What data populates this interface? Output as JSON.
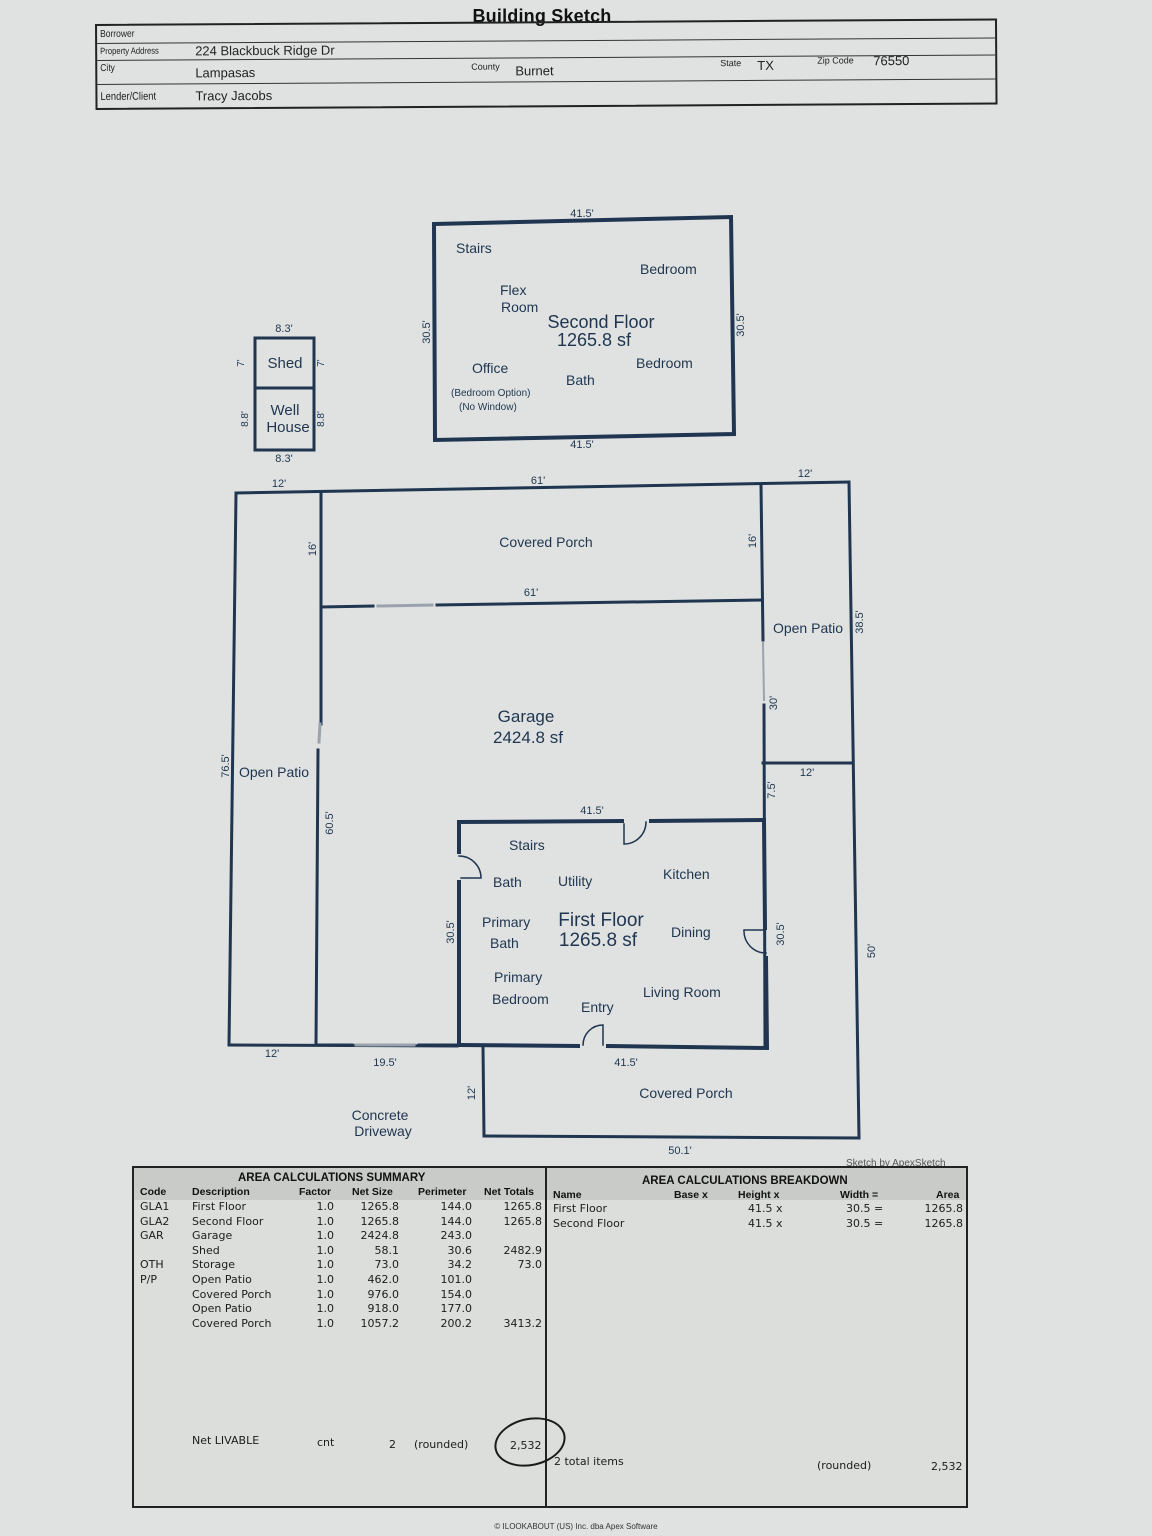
{
  "title": "Building Sketch",
  "header": {
    "borrower_label": "Borrower",
    "borrower": "",
    "address_label": "Property Address",
    "address": "224 Blackbuck Ridge Dr",
    "city_label": "City",
    "city": "Lampasas",
    "county_label": "County",
    "county": "Burnet",
    "state_label": "State",
    "state": "TX",
    "zip_label": "Zip Code",
    "zip": "76550",
    "lender_label": "Lender/Client",
    "lender": "Tracy Jacobs"
  },
  "sketch": {
    "second_floor": {
      "name": "Second Floor",
      "area": "1265.8 sf",
      "dims": {
        "top": "41.5'",
        "bottom": "41.5'",
        "left": "30.5'",
        "right": "30.5'"
      },
      "rooms": [
        "Stairs",
        "Bedroom",
        "Flex",
        "Room",
        "Office",
        "(Bedroom Option)",
        "(No Window)",
        "Bath",
        "Bedroom"
      ]
    },
    "shed": {
      "name": "Shed",
      "dims": {
        "top": "8.3'",
        "left": "7'",
        "right": "7'"
      }
    },
    "well_house": {
      "name_line1": "Well",
      "name_line2": "House",
      "dims": {
        "bottom": "8.3'",
        "left": "8.8'",
        "right": "8.8'"
      }
    },
    "covered_porch_top": {
      "name": "Covered Porch",
      "dims": {
        "top": "61'",
        "bottom": "61'",
        "left": "16'",
        "right": "16'"
      }
    },
    "open_patio_left": {
      "name": "Open Patio",
      "dims": {
        "top": "12'",
        "left": "76.5'",
        "bottom": "12'"
      }
    },
    "open_patio_right": {
      "name": "Open Patio",
      "dims": {
        "top": "12'",
        "right": "38.5'",
        "bottom": "12'"
      }
    },
    "garage": {
      "name": "Garage",
      "area": "2424.8 sf",
      "dims": {
        "left": "60.5'",
        "right": "30'",
        "right_lower": "7.5'",
        "bottom": "19.5'"
      }
    },
    "first_floor": {
      "name": "First Floor",
      "area": "1265.8 sf",
      "dims": {
        "top": "41.5'",
        "bottom": "41.5'",
        "left": "30.5'",
        "right": "30.5'"
      },
      "rooms": [
        "Stairs",
        "Bath",
        "Utility",
        "Kitchen",
        "Primary",
        "Bath",
        "Dining",
        "Primary",
        "Bedroom",
        "Entry",
        "Living Room"
      ]
    },
    "right_strip": {
      "dims": {
        "right": "50'"
      }
    },
    "covered_porch_bottom": {
      "name": "Covered Porch",
      "dims": {
        "left": "12'",
        "bottom": "50.1'"
      }
    },
    "driveway": {
      "line1": "Concrete",
      "line2": "Driveway"
    },
    "credit": "Sketch by ApexSketch"
  },
  "summary": {
    "title": "AREA CALCULATIONS SUMMARY",
    "columns": [
      "Code",
      "Description",
      "Factor",
      "Net Size",
      "Perimeter",
      "Net Totals"
    ],
    "rows": [
      {
        "code": "GLA1",
        "desc": "First Floor",
        "factor": "1.0",
        "net": "1265.8",
        "perim": "144.0",
        "total": "1265.8"
      },
      {
        "code": "GLA2",
        "desc": "Second Floor",
        "factor": "1.0",
        "net": "1265.8",
        "perim": "144.0",
        "total": "1265.8"
      },
      {
        "code": "GAR",
        "desc": "Garage",
        "factor": "1.0",
        "net": "2424.8",
        "perim": "243.0",
        "total": ""
      },
      {
        "code": "",
        "desc": "Shed",
        "factor": "1.0",
        "net": "58.1",
        "perim": "30.6",
        "total": "2482.9"
      },
      {
        "code": "OTH",
        "desc": "Storage",
        "factor": "1.0",
        "net": "73.0",
        "perim": "34.2",
        "total": "73.0"
      },
      {
        "code": "P/P",
        "desc": "Open Patio",
        "factor": "1.0",
        "net": "462.0",
        "perim": "101.0",
        "total": ""
      },
      {
        "code": "",
        "desc": "Covered Porch",
        "factor": "1.0",
        "net": "976.0",
        "perim": "154.0",
        "total": ""
      },
      {
        "code": "",
        "desc": "Open Patio",
        "factor": "1.0",
        "net": "918.0",
        "perim": "177.0",
        "total": ""
      },
      {
        "code": "",
        "desc": "Covered Porch",
        "factor": "1.0",
        "net": "1057.2",
        "perim": "200.2",
        "total": "3413.2"
      }
    ],
    "net_livable_label": "Net LIVABLE",
    "cnt_label": "cnt",
    "cnt": "2",
    "rounded_label": "(rounded)",
    "net_livable": "2,532"
  },
  "breakdown": {
    "title": "AREA CALCULATIONS BREAKDOWN",
    "columns": [
      "Name",
      "Base  x",
      "Height  x",
      "Width  =",
      "Area"
    ],
    "rows": [
      {
        "name": "First Floor",
        "height": "41.5  x",
        "width": "30.5  =",
        "area": "1265.8"
      },
      {
        "name": "Second Floor",
        "height": "41.5  x",
        "width": "30.5  =",
        "area": "1265.8"
      }
    ],
    "total_items": "2 total items",
    "rounded_label": "(rounded)",
    "total": "2,532"
  },
  "footer": "© ILOOKABOUT (US) Inc. dba Apex Software"
}
